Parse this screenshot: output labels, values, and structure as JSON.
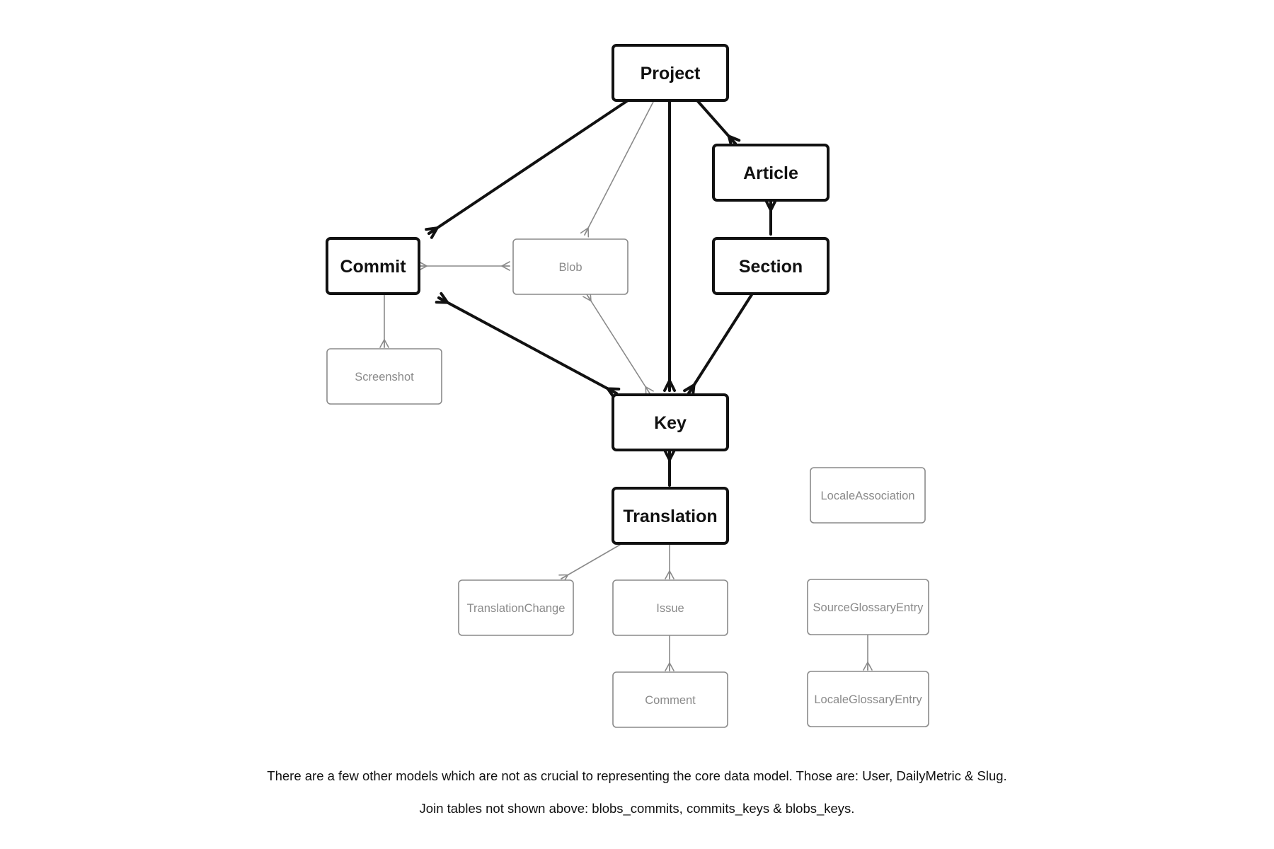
{
  "diagram": {
    "nodes": [
      {
        "id": "project",
        "label": "Project",
        "style": "primary"
      },
      {
        "id": "article",
        "label": "Article",
        "style": "primary"
      },
      {
        "id": "commit",
        "label": "Commit",
        "style": "primary"
      },
      {
        "id": "blob",
        "label": "Blob",
        "style": "secondary"
      },
      {
        "id": "section",
        "label": "Section",
        "style": "primary"
      },
      {
        "id": "screenshot",
        "label": "Screenshot",
        "style": "secondary"
      },
      {
        "id": "key",
        "label": "Key",
        "style": "primary"
      },
      {
        "id": "translation",
        "label": "Translation",
        "style": "primary"
      },
      {
        "id": "locale-association",
        "label": "LocaleAssociation",
        "style": "secondary"
      },
      {
        "id": "translation-change",
        "label": "TranslationChange",
        "style": "secondary"
      },
      {
        "id": "issue",
        "label": "Issue",
        "style": "secondary"
      },
      {
        "id": "source-glossary-entry",
        "label": "SourceGlossaryEntry",
        "style": "secondary"
      },
      {
        "id": "comment",
        "label": "Comment",
        "style": "secondary"
      },
      {
        "id": "locale-glossary-entry",
        "label": "LocaleGlossaryEntry",
        "style": "secondary"
      }
    ],
    "edges": [
      {
        "from": "project",
        "to": "commit",
        "style": "primary",
        "many_at": "to"
      },
      {
        "from": "project",
        "to": "blob",
        "style": "secondary",
        "many_at": "to"
      },
      {
        "from": "project",
        "to": "key",
        "style": "primary",
        "many_at": "to"
      },
      {
        "from": "project",
        "to": "article",
        "style": "primary",
        "many_at": "to"
      },
      {
        "from": "article",
        "to": "section",
        "style": "primary",
        "many_at": "from"
      },
      {
        "from": "commit",
        "to": "blob",
        "style": "secondary",
        "many_at": "both"
      },
      {
        "from": "commit",
        "to": "key",
        "style": "primary",
        "many_at": "both"
      },
      {
        "from": "blob",
        "to": "key",
        "style": "secondary",
        "many_at": "both"
      },
      {
        "from": "section",
        "to": "key",
        "style": "primary",
        "many_at": "to"
      },
      {
        "from": "commit",
        "to": "screenshot",
        "style": "secondary",
        "many_at": "to"
      },
      {
        "from": "key",
        "to": "translation",
        "style": "primary",
        "many_at": "from"
      },
      {
        "from": "translation",
        "to": "translation-change",
        "style": "secondary",
        "many_at": "to"
      },
      {
        "from": "translation",
        "to": "issue",
        "style": "secondary",
        "many_at": "to"
      },
      {
        "from": "issue",
        "to": "comment",
        "style": "secondary",
        "many_at": "to"
      },
      {
        "from": "source-glossary-entry",
        "to": "locale-glossary-entry",
        "style": "secondary",
        "many_at": "to"
      }
    ],
    "colors": {
      "primary": "#111111",
      "secondary": "#8a8a8a"
    }
  },
  "footnotes": {
    "other_models": "There are a few other models which are not as crucial to representing the core data model. Those are: User, DailyMetric & Slug.",
    "join_tables": "Join tables not shown above: blobs_commits, commits_keys & blobs_keys."
  }
}
